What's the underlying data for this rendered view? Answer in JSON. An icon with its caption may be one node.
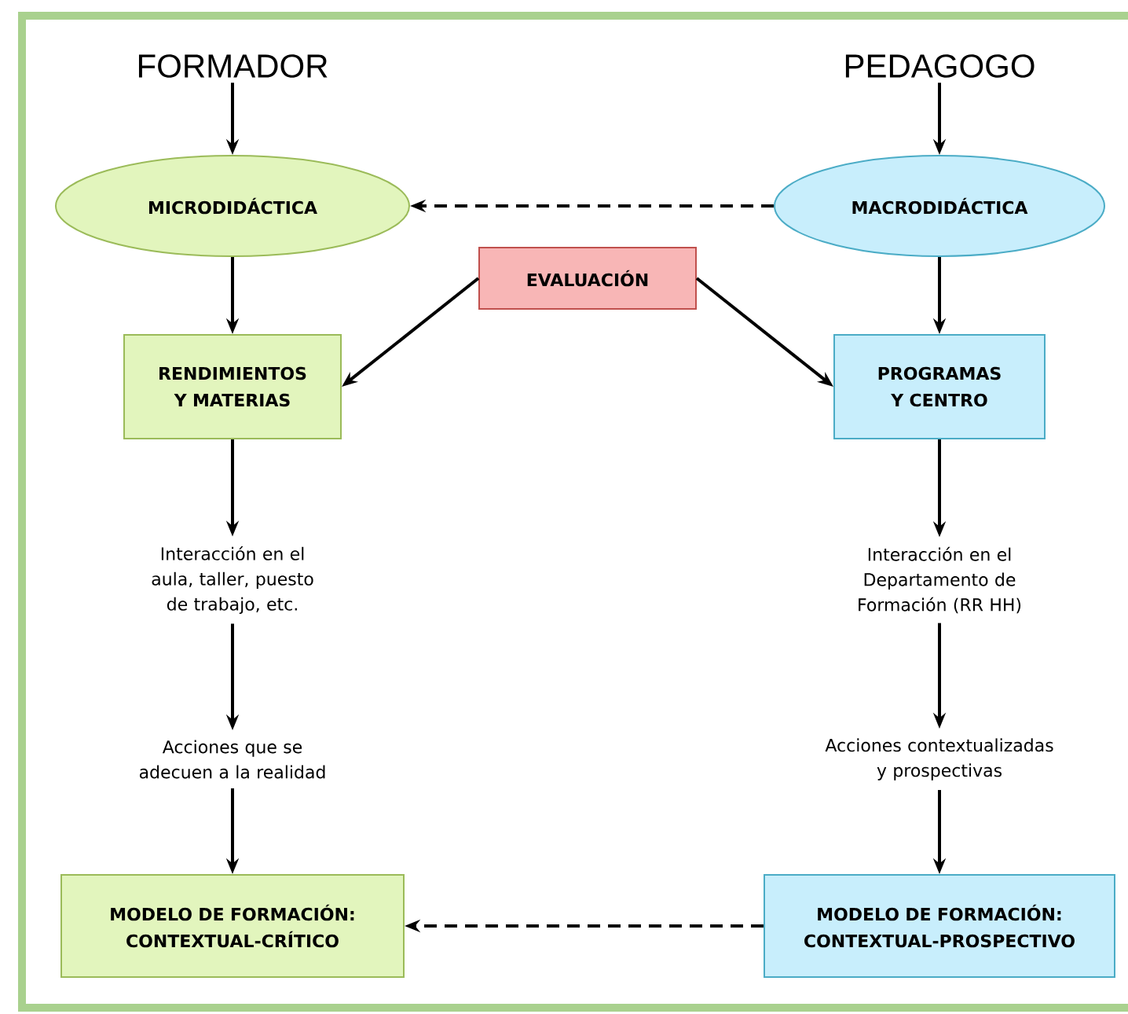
{
  "diagram": {
    "nodes": [
      {
        "text": [
          "FORMADOR"
        ]
      },
      {
        "text": [
          "PEDAGOGO"
        ]
      },
      {
        "text": [
          "MICRODIDÁCTICA"
        ]
      },
      {
        "text": [
          "MACRODIDÁCTICA"
        ]
      },
      {
        "text": [
          "EVALUACIÓN"
        ]
      },
      {
        "text": [
          "RENDIMIENTOS Y MATERIAS"
        ]
      },
      {
        "text": [
          "PROGRAMAS Y CENTRO"
        ]
      },
      {
        "text": [
          "Interacción en el aula, taller, puesto de trabajo, etc."
        ]
      },
      {
        "text": [
          "Interacción en el Departamento de Formación (RR HH)"
        ]
      },
      {
        "text": [
          "Acciones que se adecuen a la realidad"
        ]
      },
      {
        "text": [
          "Acciones contextualizadas y prospectivas"
        ]
      },
      {
        "text": [
          "MODELO DE FORMACIÓN: CONTEXTUAL-CRÍTICO"
        ]
      },
      {
        "text": [
          "MODELO DE FORMACIÓN: CONTEXTUAL-PROSPECTIVO"
        ]
      }
    ],
    "edges": [
      {
        "from": 0,
        "to": 2,
        "arrow": "to"
      },
      {
        "from": 1,
        "to": 3,
        "arrow": "to"
      },
      {
        "from": 3,
        "to": 2,
        "arrow": "to",
        "style": "dashed"
      },
      {
        "from": 2,
        "to": 5,
        "arrow": "to"
      },
      {
        "from": 3,
        "to": 6,
        "arrow": "to"
      },
      {
        "from": 4,
        "to": 5,
        "arrow": "to"
      },
      {
        "from": 4,
        "to": 6,
        "arrow": "to"
      },
      {
        "from": 5,
        "to": 7,
        "arrow": "to"
      },
      {
        "from": 6,
        "to": 8,
        "arrow": "to"
      },
      {
        "from": 7,
        "to": 9,
        "arrow": "to"
      },
      {
        "from": 8,
        "to": 10,
        "arrow": "to"
      },
      {
        "from": 9,
        "to": 11,
        "arrow": "to"
      },
      {
        "from": 10,
        "to": 12,
        "arrow": "to"
      },
      {
        "from": 12,
        "to": 11,
        "arrow": "to",
        "style": "dashed"
      }
    ]
  }
}
